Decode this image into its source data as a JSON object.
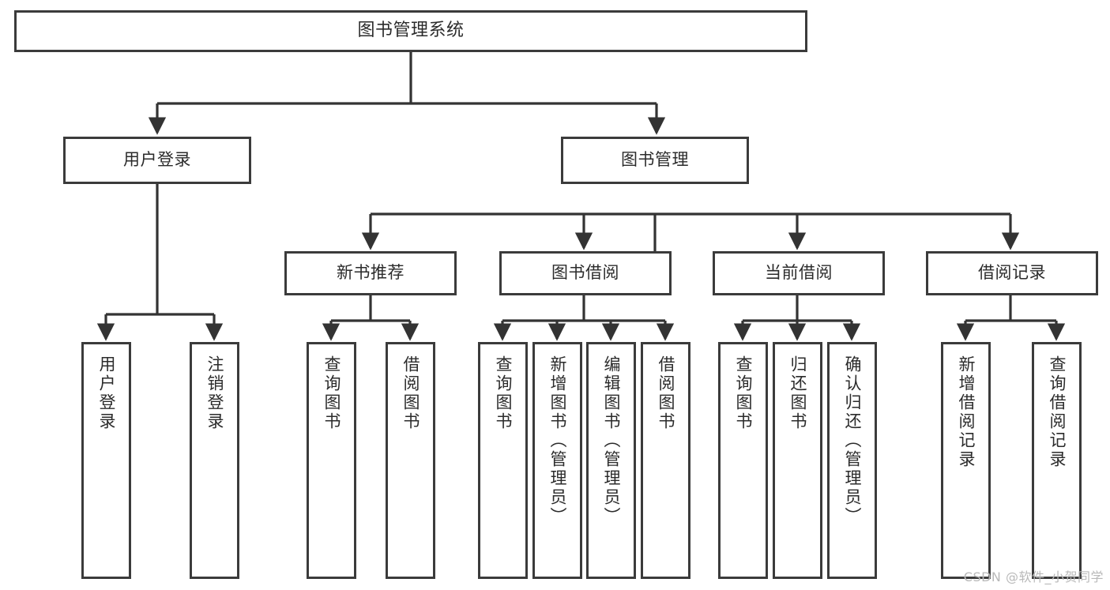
{
  "diagram": {
    "type": "tree-hierarchy-diagram",
    "title": "图书管理系统",
    "root": {
      "label": "图书管理系统"
    },
    "level1": [
      {
        "label": "用户登录"
      },
      {
        "label": "图书管理"
      }
    ],
    "level2": [
      {
        "label": "新书推荐"
      },
      {
        "label": "图书借阅"
      },
      {
        "label": "当前借阅"
      },
      {
        "label": "借阅记录"
      }
    ],
    "leaves": {
      "user_login": [
        {
          "label": "用户登录"
        },
        {
          "label": "注销登录"
        }
      ],
      "new_book_recommend": [
        {
          "label": "查询图书"
        },
        {
          "label": "借阅图书"
        }
      ],
      "book_borrow": [
        {
          "label": "查询图书"
        },
        {
          "label": "新增图书（管理员）"
        },
        {
          "label": "编辑图书（管理员）"
        },
        {
          "label": "借阅图书"
        }
      ],
      "current_borrow": [
        {
          "label": "查询图书"
        },
        {
          "label": "归还图书"
        },
        {
          "label": "确认归还（管理员）"
        }
      ],
      "borrow_records": [
        {
          "label": "新增借阅记录"
        },
        {
          "label": "查询借阅记录"
        }
      ]
    }
  },
  "watermark": {
    "text": "CSDN @软件_小贺同学"
  },
  "colors": {
    "border": "#3b3b3b",
    "text": "#2b2b2b",
    "background": "#ffffff",
    "connector": "#333333",
    "watermark": "#b9b9b9"
  }
}
